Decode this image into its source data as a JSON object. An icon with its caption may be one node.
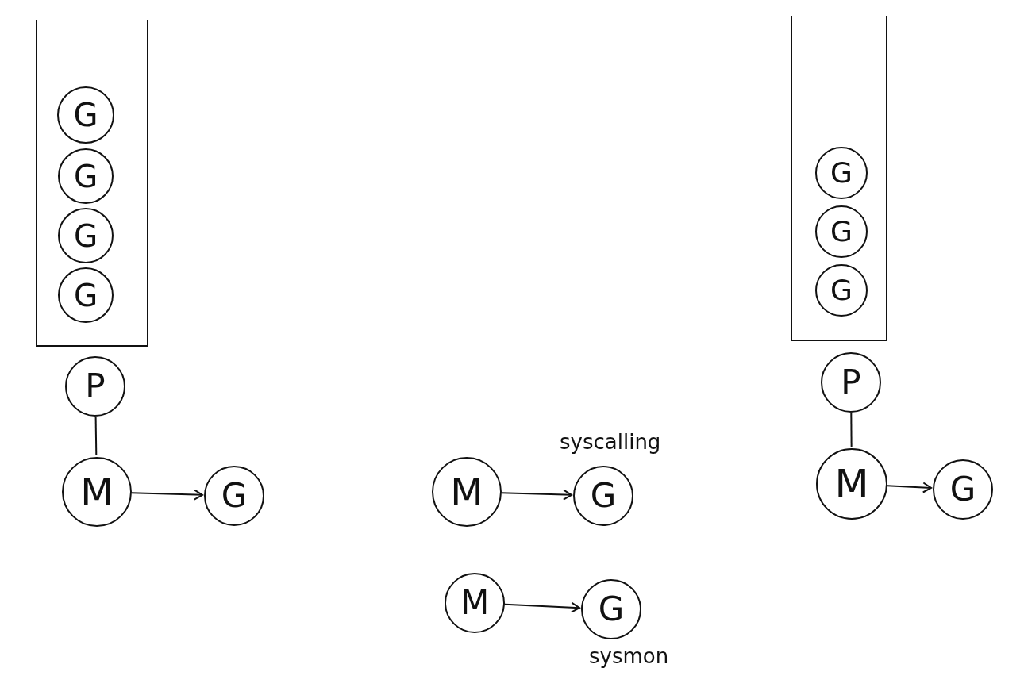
{
  "diagram": {
    "nodes": [
      {
        "text": [],
        "shape": "box"
      },
      {
        "text": [
          "G"
        ],
        "in": 0
      },
      {
        "text": [
          "G"
        ],
        "in": 0
      },
      {
        "text": [
          "G"
        ],
        "in": 0
      },
      {
        "text": [
          "G"
        ],
        "in": 0
      },
      {
        "text": [
          "P"
        ]
      },
      {
        "text": [
          "M"
        ]
      },
      {
        "text": [
          "G"
        ]
      },
      {
        "text": [
          "M"
        ]
      },
      {
        "text": [
          "G"
        ],
        "beside": [
          "syscalling"
        ]
      },
      {
        "text": [
          "M"
        ]
      },
      {
        "text": [
          "G"
        ],
        "beside": [
          "sysmon"
        ]
      },
      {
        "text": [],
        "shape": "box"
      },
      {
        "text": [
          "G"
        ],
        "in": 12
      },
      {
        "text": [
          "G"
        ],
        "in": 12
      },
      {
        "text": [
          "G"
        ],
        "in": 12
      },
      {
        "text": [
          "P"
        ]
      },
      {
        "text": [
          "M"
        ]
      },
      {
        "text": [
          "G"
        ]
      }
    ],
    "edges": [
      {
        "from": 5,
        "to": 6,
        "arrow": "none"
      },
      {
        "from": 6,
        "to": 7,
        "arrow": "to"
      },
      {
        "from": 8,
        "to": 9,
        "arrow": "to"
      },
      {
        "from": 10,
        "to": 11,
        "arrow": "to"
      },
      {
        "from": 16,
        "to": 17,
        "arrow": "none"
      },
      {
        "from": 17,
        "to": 18,
        "arrow": "to"
      }
    ]
  }
}
